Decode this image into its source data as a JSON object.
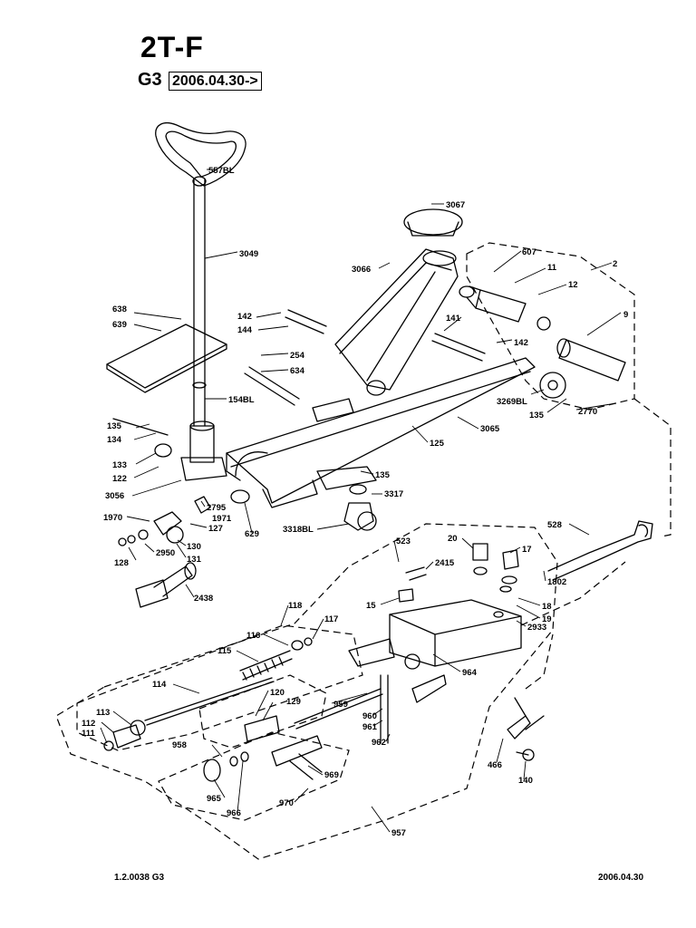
{
  "header": {
    "title": "2T-F",
    "model": "G3",
    "date_range": "2006.04.30->"
  },
  "footer": {
    "code": "1.2.0038 G3",
    "date": "2006.04.30"
  },
  "part_labels": {
    "p557BL": "557BL",
    "p3067": "3067",
    "p3049": "3049",
    "p3066": "3066",
    "p607": "607",
    "p11": "11",
    "p2": "2",
    "p12": "12",
    "p9": "9",
    "p638": "638",
    "p639": "639",
    "p142a": "142",
    "p144": "144",
    "p141": "141",
    "p142b": "142",
    "p254": "254",
    "p634": "634",
    "p154BL": "154BL",
    "p3269BL": "3269BL",
    "p135a": "135",
    "p2770": "2770",
    "p135b": "135",
    "p134": "134",
    "p125": "125",
    "p3065": "3065",
    "p133": "133",
    "p122": "122",
    "p135c": "135",
    "p3056": "3056",
    "p3317": "3317",
    "p2795": "2795",
    "p1971": "1971",
    "p1970": "1970",
    "p127": "127",
    "p629": "629",
    "p3318BL": "3318BL",
    "p528": "528",
    "p130": "130",
    "p2950": "2950",
    "p128": "128",
    "p131": "131",
    "p523": "523",
    "p20": "20",
    "p17": "17",
    "p2415": "2415",
    "p1802": "1802",
    "p2438": "2438",
    "p15": "15",
    "p18": "18",
    "p19": "19",
    "p118": "118",
    "p117": "117",
    "p2933": "2933",
    "p116": "116",
    "p115": "115",
    "p964": "964",
    "p114": "114",
    "p120": "120",
    "p129": "129",
    "p959": "959",
    "p113": "113",
    "p960": "960",
    "p961": "961",
    "p112": "112",
    "p111": "111",
    "p962": "962",
    "p958": "958",
    "p466": "466",
    "p969": "969",
    "p140": "140",
    "p965": "965",
    "p970": "970",
    "p966": "966",
    "p957": "957"
  }
}
